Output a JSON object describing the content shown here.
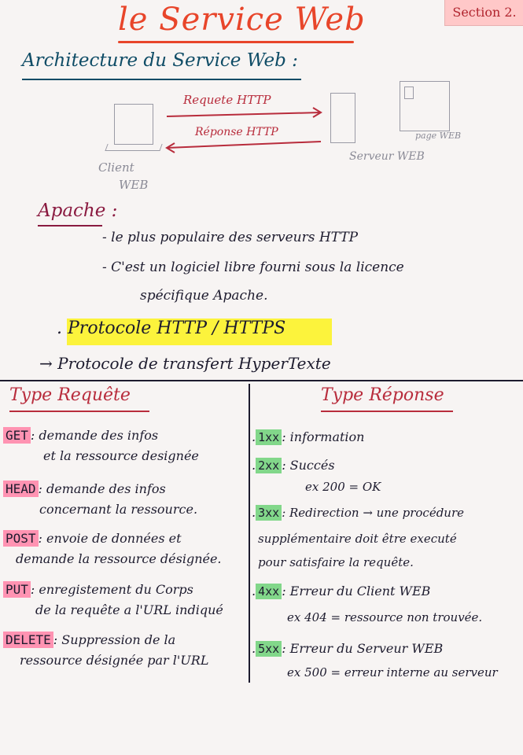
{
  "header": {
    "title": "le Service Web",
    "section": "Section 2."
  },
  "architecture": {
    "heading": "Architecture du Service Web :",
    "request_label": "Requete HTTP",
    "response_label": "Réponse HTTP",
    "client_label_line1": "Client",
    "client_label_line2": "WEB",
    "server_label": "Serveur WEB",
    "page_label": "page WEB"
  },
  "apache": {
    "heading": "Apache :",
    "bullet1": "- le plus populaire des serveurs HTTP",
    "bullet2": "- C'est un logiciel libre fourni sous la licence",
    "bullet2_cont": "spécifique Apache."
  },
  "protocol": {
    "title": "Protocole HTTP / HTTPS",
    "subtitle": "→ Protocole de transfert HyperTexte"
  },
  "requests": {
    "heading": "Type Requête",
    "items": [
      {
        "method": "GET",
        "line1": ": demande des infos",
        "line2": "et la ressource designée"
      },
      {
        "method": "HEAD",
        "line1": ": demande des infos",
        "line2": "concernant la ressource."
      },
      {
        "method": "POST",
        "line1": ": envoie de données et",
        "line2": "demande la ressource désignée."
      },
      {
        "method": "PUT",
        "line1": ": enregistement du Corps",
        "line2": "de la requête a l'URL indiqué"
      },
      {
        "method": "DELETE",
        "line1": ": Suppression de la",
        "line2": "ressource désignée par l'URL"
      }
    ]
  },
  "responses": {
    "heading": "Type Réponse",
    "items": [
      {
        "code": "1xx",
        "text": ": information"
      },
      {
        "code": "2xx",
        "text": ": Succés",
        "example": "ex 200 = OK"
      },
      {
        "code": "3xx",
        "text": ": Redirection → une procédure",
        "line2": "supplémentaire doit être executé",
        "line3": "pour satisfaire la requête."
      },
      {
        "code": "4xx",
        "text": ": Erreur du Client WEB",
        "example": "ex 404 = ressource non trouvée."
      },
      {
        "code": "5xx",
        "text": ": Erreur du Serveur WEB",
        "example": "ex 500 = erreur interne au serveur"
      }
    ]
  },
  "colors": {
    "title": "#e8452a",
    "highlight_yellow": "#fcf33c",
    "highlight_pink": "#ff93b2",
    "highlight_green": "#82d78a"
  }
}
